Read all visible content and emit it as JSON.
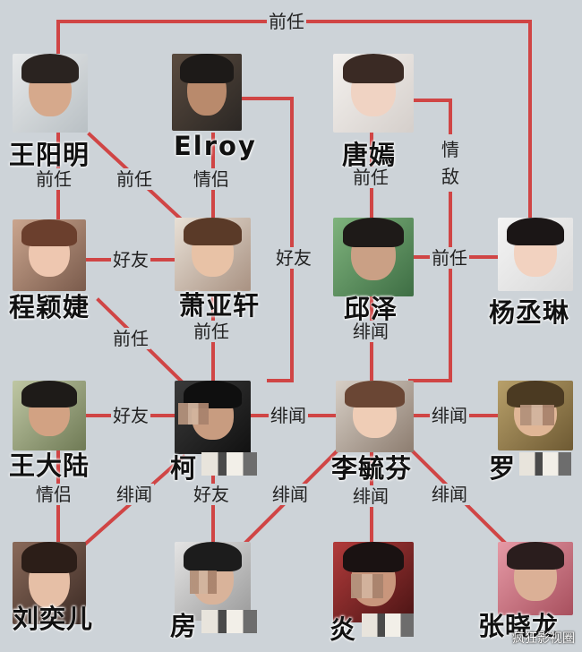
{
  "people": [
    {
      "id": "wang-yangming",
      "name": "王阳明"
    },
    {
      "id": "elroy",
      "name": "Elroy"
    },
    {
      "id": "tang-yan",
      "name": "唐嫣"
    },
    {
      "id": "cheng-yingjie",
      "name": "程颖婕"
    },
    {
      "id": "xiao-yaxuan",
      "name": "萧亚轩"
    },
    {
      "id": "qiu-ze",
      "name": "邱泽"
    },
    {
      "id": "yang-chenglin",
      "name": "杨丞琳"
    },
    {
      "id": "wang-dalu",
      "name": "王大陆"
    },
    {
      "id": "ke",
      "name": "柯"
    },
    {
      "id": "li-yufen",
      "name": "李毓芬"
    },
    {
      "id": "luo",
      "name": "罗"
    },
    {
      "id": "liu-yier",
      "name": "刘奕儿"
    },
    {
      "id": "fang",
      "name": "房"
    },
    {
      "id": "yan",
      "name": "炎"
    },
    {
      "id": "zhang-xiaolong",
      "name": "张晓龙"
    }
  ],
  "relations": {
    "top_ex": "前任",
    "wang_ex": "前任",
    "wang_xiao_ex": "前任",
    "elroy_lover": "情侣",
    "elroy_friend": "好友",
    "tang_ex": "前任",
    "tang_rival": "情敌",
    "cheng_friend": "好友",
    "qiu_yang_ex": "前任",
    "cheng_ke_ex": "前任",
    "xiao_ke_ex": "前任",
    "qiu_li_rumor": "绯闻",
    "wang_ke_friend": "好友",
    "ke_li_rumor": "绯闻",
    "li_luo_rumor": "绯闻",
    "wang_liu_lover": "情侣",
    "ke_liu_rumor": "绯闻",
    "ke_fang_friend": "好友",
    "li_fang_rumor": "绯闻",
    "li_yan_rumor": "绯闻",
    "li_zhang_rumor": "绯闻"
  },
  "watermark": "疯狂影视圈",
  "colors": {
    "background": "#cdd3d8",
    "line": "#d04545"
  }
}
